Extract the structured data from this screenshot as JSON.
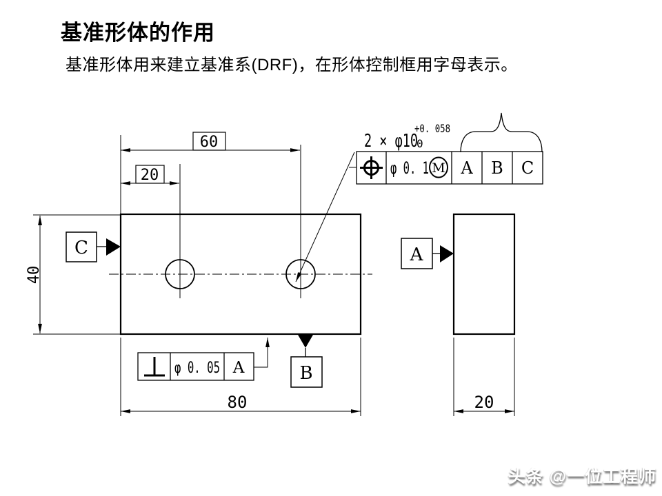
{
  "header": {
    "title": "基准形体的作用",
    "subtitle": "基准形体用来建立基准系(DRF)，在形体控制框用字母表示。"
  },
  "hole_note": {
    "text": "2 × φ10",
    "tol_upper": "+0. 058",
    "tol_lower": "0"
  },
  "position_fcf": {
    "symbol": "position-symbol",
    "tolerance": "φ 0. 1",
    "modifier": "M",
    "datum_1": "A",
    "datum_2": "B",
    "datum_3": "C"
  },
  "perp_fcf": {
    "symbol": "perpendicularity-symbol",
    "tolerance": "φ 0. 05",
    "datum": "A"
  },
  "datums": {
    "a": "A",
    "b": "B",
    "c": "C"
  },
  "front_view": {
    "dim_top_basic": "60",
    "dim_left_basic": "20",
    "dim_height": "40",
    "dim_width": "80"
  },
  "side_view": {
    "dim_depth": "20"
  },
  "watermark": "头条 @一位工程师",
  "colors": {
    "line": "#000000",
    "background": "#ffffff"
  }
}
